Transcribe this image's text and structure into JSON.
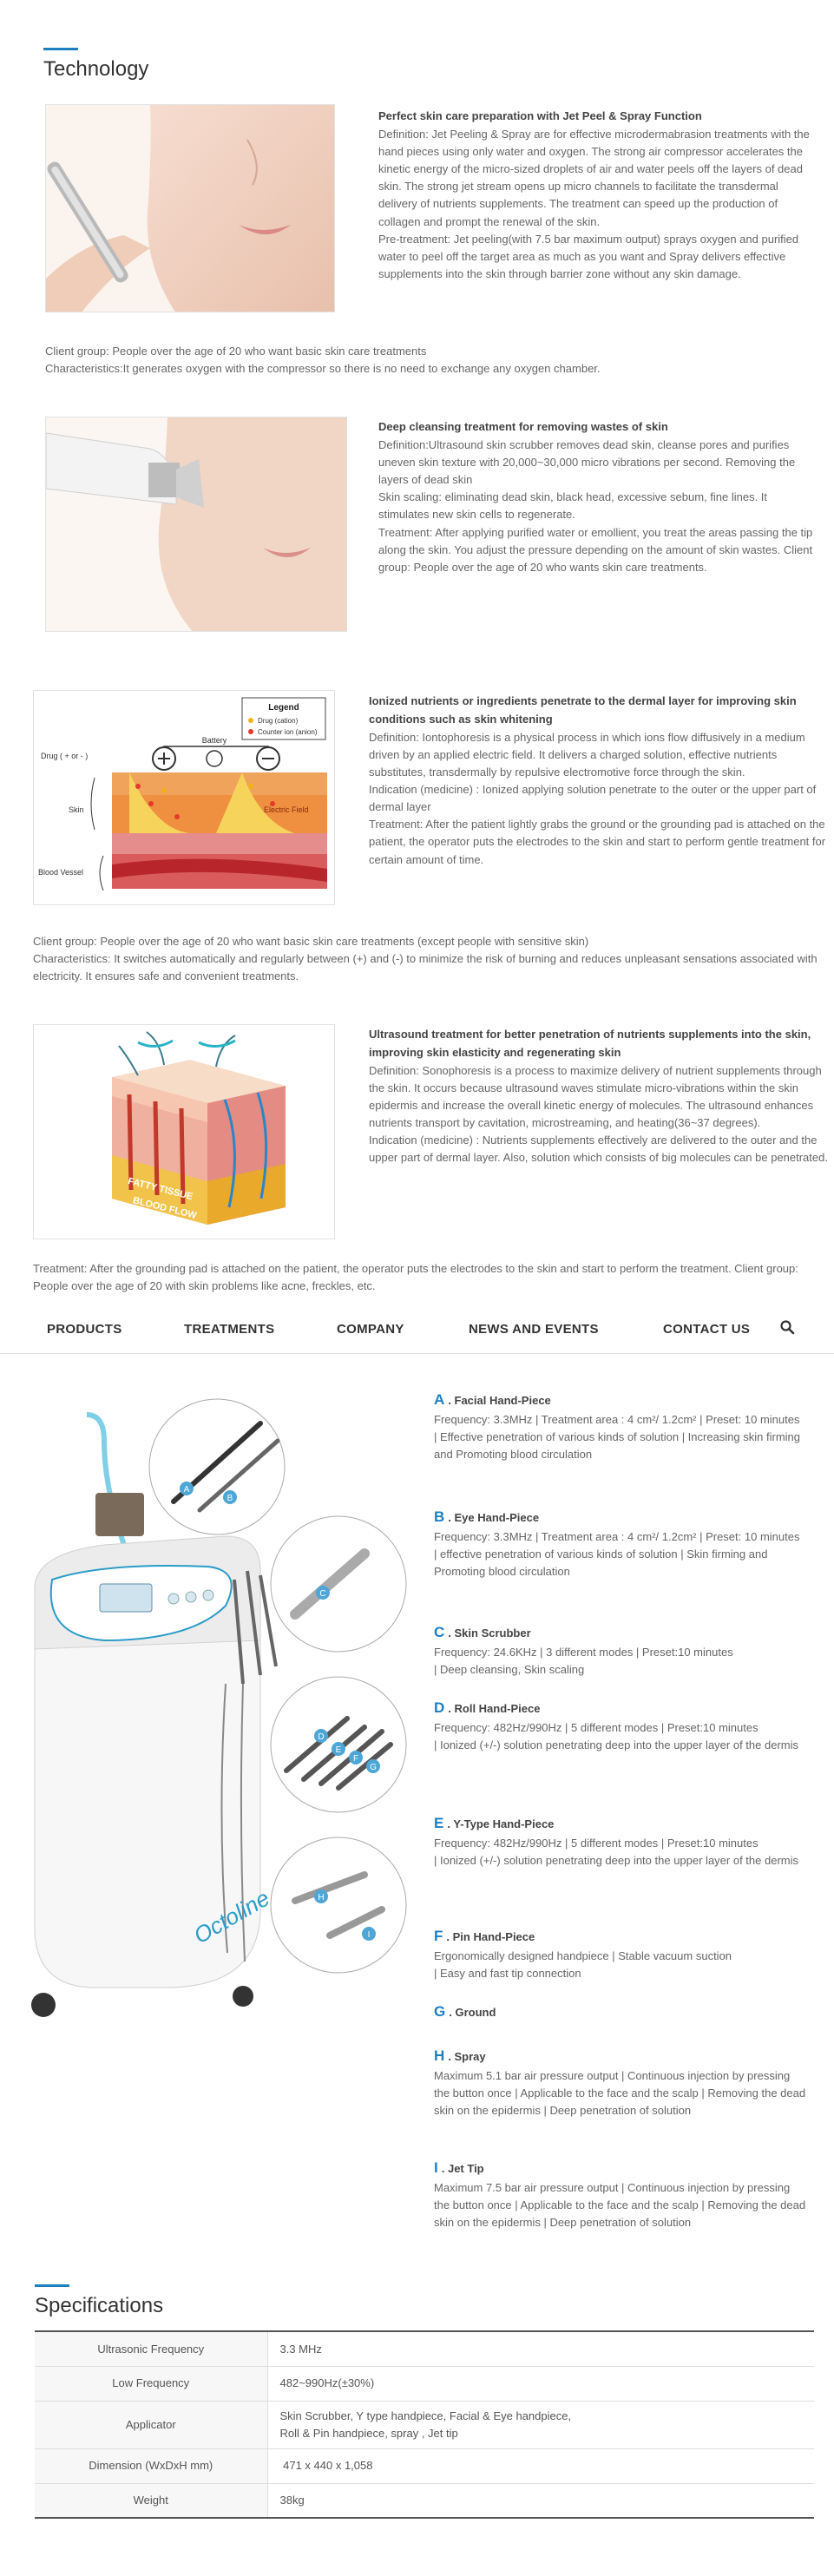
{
  "technology": {
    "title": "Technology",
    "items": [
      {
        "title": "Perfect skin care preparation with Jet Peel & Spray Function",
        "body": "Definition: Jet Peeling & Spray are for effective microdermabrasion treatments with the hand pieces using only water and oxygen. The strong air compressor accelerates the kinetic energy of the micro-sized droplets of air and water peels off the layers of dead skin. The strong jet stream opens up micro channels to facilitate the transdermal delivery of nutrients supplements. The treatment can speed up the production of collagen and prompt the renewal of the skin.\nPre-treatment: Jet peeling(with 7.5 bar maximum output) sprays oxygen and purified water to peel off the target area as much as you want and Spray delivers effective supplements into the skin through barrier zone without any skin damage."
      },
      {
        "title": "Deep cleansing treatment for removing wastes of skin",
        "body": "Definition:Ultrasound skin scrubber removes dead skin, cleanse pores and purifies uneven skin texture with 20,000~30,000 micro vibrations per second. Removing the layers of dead skin\nSkin scaling: eliminating dead skin, black head, excessive sebum, fine lines. It stimulates new skin cells to regenerate.\nTreatment: After applying purified water or emollient, you treat the areas passing the tip along the skin. You adjust the pressure depending on the amount of skin wastes. Client group: People over the age of 20 who wants skin care treatments."
      },
      {
        "title": "Ionized nutrients or ingredients penetrate to the dermal layer for improving skin conditions such as skin whitening",
        "body": "Definition: Iontophoresis is a physical process in which ions flow diffusively in a medium driven by an applied electric field. It delivers a charged solution, effective nutrients substitutes, transdermally by repulsive electromotive force through the skin.\nIndication (medicine) : Ionized applying solution penetrate to the outer or the upper part of dermal layer\nTreatment: After the patient lightly grabs the ground or the grounding pad is attached on the patient, the operator puts the electrodes to the skin and start to perform gentle treatment for certain amount of time."
      },
      {
        "title": "Ultrasound treatment for better penetration of nutrients supplements into the skin, improving skin elasticity and regenerating skin",
        "body": "Definition: Sonophoresis is a process to maximize delivery of nutrient supplements through the skin. It occurs because ultrasound waves stimulate micro-vibrations within the skin epidermis and increase the overall kinetic energy of molecules. The ultrasound enhances nutrients transport by cavitation, microstreaming, and heating(36~37 degrees).\nIndication (medicine) : Nutrients supplements effectively are delivered to the outer and the upper part of dermal layer. Also, solution which consists of big molecules can be penetrated."
      }
    ],
    "notes": [
      "Client group: People over the age of 20 who want basic skin care treatments\nCharacteristics:It generates oxygen with the compressor so there is no need to exchange any oxygen chamber.",
      "Client group: People over the age of 20 who want basic skin care treatments (except people with sensitive skin)\nCharacteristics: It switches automatically and regularly between (+) and (-) to minimize the risk of burning and reduces unpleasant sensations associated with electricity. It ensures safe and convenient treatments.",
      "Treatment: After the grounding pad is attached on the patient, the operator puts the electrodes to the skin and start to perform the treatment. Client group: People over the age of 20 with skin problems like acne, freckles, etc."
    ],
    "ion_diagram": {
      "legend_title": "Legend",
      "legend_items": [
        "Drug (cation)",
        "Counter ion (anion)"
      ],
      "battery": "Battery",
      "drug": "Drug ( + or - )",
      "skin": "Skin",
      "blood_vessel": "Blood Vessel",
      "field": "Electric\nField"
    },
    "sono_diagram": {
      "fatty": "FATTY TISSUE",
      "blood": "BLOOD FLOW"
    }
  },
  "nav": {
    "items": [
      "PRODUCTS",
      "TREATMENTS",
      "COMPANY",
      "NEWS AND EVENTS",
      "CONTACT US"
    ],
    "search_icon": "search-icon"
  },
  "device": {
    "brand": "Octoline",
    "callouts": [
      "A",
      "B",
      "C",
      "D",
      "E",
      "F",
      "G",
      "H",
      "I"
    ]
  },
  "handpieces": [
    {
      "letter": "A",
      "name": ". Facial Hand-Piece",
      "desc": "Frequency: 3.3MHz  |  Treatment area : 4 cm²/ 1.2cm²  |  Preset: 10 minutes\n |  Effective penetration of various kinds of solution  |  Increasing skin firming and Promoting blood circulation"
    },
    {
      "letter": "B",
      "name": ". Eye Hand-Piece",
      "desc": "Frequency: 3.3MHz  |  Treatment area : 4 cm²/ 1.2cm²  |  Preset: 10 minutes\n |  effective penetration of various kinds of solution  |  Skin firming and Promoting blood circulation"
    },
    {
      "letter": "C",
      "name": ". Skin Scrubber",
      "desc": "Frequency: 24.6KHz  |  3 different modes  |  Preset:10 minutes\n |  Deep cleansing, Skin scaling"
    },
    {
      "letter": "D",
      "name": ". Roll Hand-Piece",
      "desc": "Frequency: 482Hz/990Hz  |  5 different modes  |  Preset:10 minutes\n |  Ionized (+/-) solution penetrating deep into the upper layer of the dermis"
    },
    {
      "letter": "E",
      "name": ". Y-Type Hand-Piece",
      "desc": "Frequency: 482Hz/990Hz  |  5 different modes  |  Preset:10 minutes\n |  Ionized (+/-) solution penetrating deep into the upper layer of the dermis"
    },
    {
      "letter": "F",
      "name": ". Pin Hand-Piece",
      "desc": "Ergonomically designed handpiece  |  Stable vacuum suction\n |  Easy and fast tip connection"
    },
    {
      "letter": "G",
      "name": ". Ground",
      "desc": ""
    },
    {
      "letter": "H",
      "name": ". Spray",
      "desc": "Maximum 5.1 bar air pressure output  |  Continuous injection by pressing the button once | Applicable to the face and the scalp | Removing the dead skin on the epidermis | Deep penetration of solution"
    },
    {
      "letter": "I",
      "name": ". Jet Tip",
      "desc": "Maximum 7.5 bar air pressure output  |  Continuous injection by pressing the button once | Applicable to the face and the scalp  |  Removing the dead skin on the epidermis | Deep penetration of solution"
    }
  ],
  "specs": {
    "title": "Specifications",
    "rows": [
      {
        "key": "Ultrasonic Frequency",
        "value": "3.3 MHz"
      },
      {
        "key": "Low Frequency",
        "value": "482~990Hz(±30%)"
      },
      {
        "key": "Applicator",
        "value": "Skin Scrubber, Y type handpiece, Facial & Eye handpiece,\nRoll & Pin handpiece, spray , Jet tip"
      },
      {
        "key": "Dimension (WxDxH mm)",
        "value": " 471 x 440 x 1,058"
      },
      {
        "key": "Weight",
        "value": "38kg"
      }
    ]
  },
  "colors": {
    "accent": "#1d7ec2",
    "text": "#555555",
    "heading": "#333333"
  }
}
